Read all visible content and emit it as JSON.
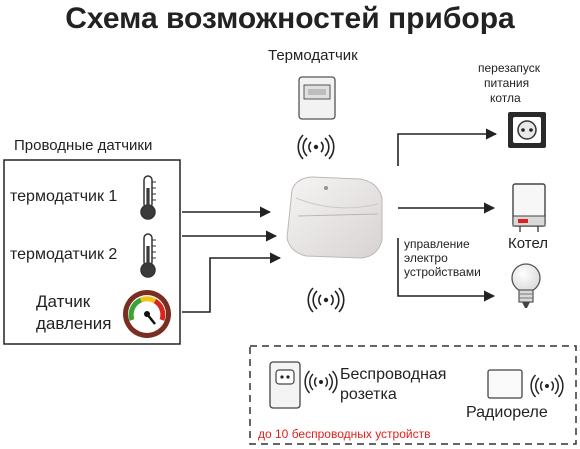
{
  "title": "Схема возможностей прибора",
  "thermo_top": {
    "label": "Термодатчик"
  },
  "wired": {
    "label": "Проводные датчики",
    "sensor1": "термодатчик 1",
    "sensor2": "термодатчик 2",
    "pressure_line1": "Датчик",
    "pressure_line2": "давления"
  },
  "outputs": {
    "restart_line1": "перезапуск",
    "restart_line2": "питания",
    "restart_line3": "котла",
    "boiler": "Котел",
    "control_line1": "управление",
    "control_line2": "электро",
    "control_line3": "устройствами"
  },
  "wireless": {
    "socket_line1": "Беспроводная",
    "socket_line2": "розетка",
    "relay": "Радиореле",
    "limit_note": "до 10 беспроводных устройств"
  },
  "icons": {
    "wireless_signal": "wireless-signal-icon",
    "thermometer": "thermometer-icon",
    "pressure_gauge": "pressure-gauge-icon",
    "power_socket": "power-socket-icon",
    "boiler": "boiler-icon",
    "light_bulb": "light-bulb-icon"
  },
  "colors": {
    "accent_red": "#e0201e",
    "line": "#222222"
  }
}
